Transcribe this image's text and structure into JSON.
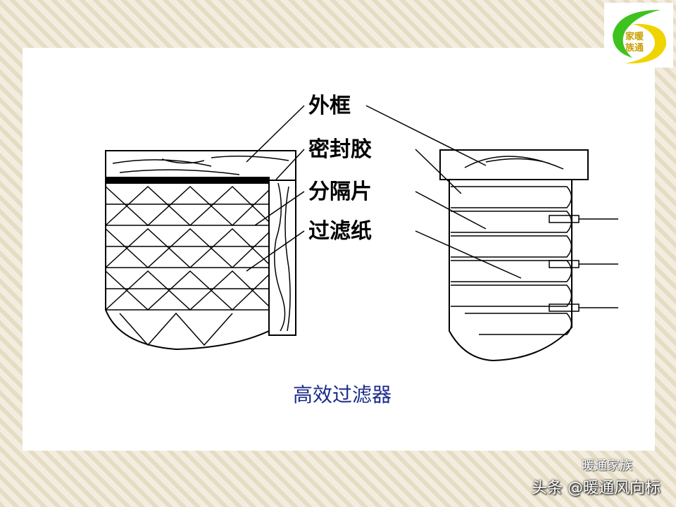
{
  "labels": {
    "outer_frame": "外框",
    "sealant": "密封胶",
    "separator": "分隔片",
    "filter_paper": "过滤纸"
  },
  "caption": "高效过滤器",
  "logo_text": "暖通家族",
  "footer": {
    "watermark": "头条 @暖通风向标",
    "sub_watermark": "暖通家族"
  },
  "colors": {
    "caption": "#1a2a8a",
    "line": "#000000",
    "logo_green": "#3ec21e",
    "logo_yellow": "#f0d400"
  }
}
